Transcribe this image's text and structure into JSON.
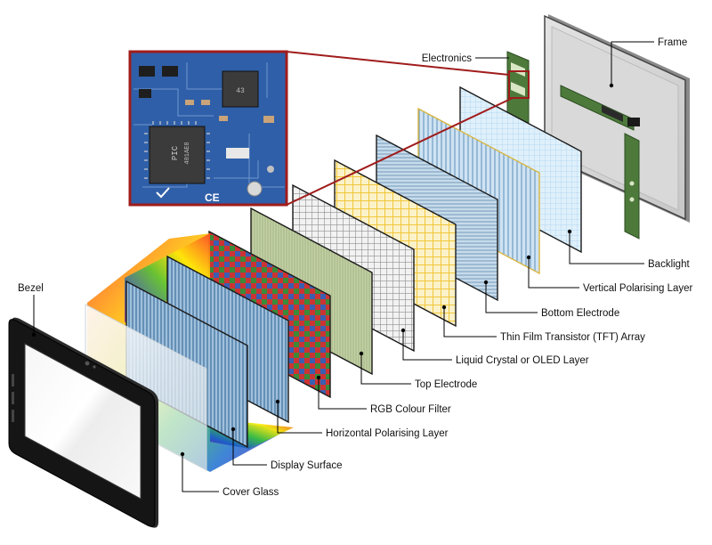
{
  "diagram": {
    "labels": {
      "electronics": "Electronics",
      "frame": "Frame",
      "backlight": "Backlight",
      "vertical_polarising_layer": "Vertical Polarising Layer",
      "bottom_electrode": "Bottom Electrode",
      "tft_array": "Thin Film Transistor (TFT) Array",
      "liquid_crystal_oled": "Liquid Crystal or OLED Layer",
      "top_electrode": "Top Electrode",
      "rgb_colour_filter": "RGB Colour Filter",
      "horizontal_polarising_layer": "Horizontal Polarising Layer",
      "display_surface": "Display Surface",
      "cover_glass": "Cover Glass",
      "bezel": "Bezel"
    },
    "pcb_text": {
      "chip_main": "PIC",
      "chip_main_sub": "401AE8",
      "chip_small": "43",
      "ce_mark": "CE"
    },
    "colors": {
      "pcb_blue": "#2f5fa8",
      "inset_border": "#a01c1c",
      "frame_gray": "#d5d5d5",
      "electronics_green": "#4d7a3b",
      "backlight_blue": "#d6ecfa",
      "electrode_blue": "#9ec3e0",
      "grid_yellow": "#f2d04a",
      "top_electrode_green": "#b8c79a",
      "bezel_black": "#1a1a1a"
    }
  }
}
